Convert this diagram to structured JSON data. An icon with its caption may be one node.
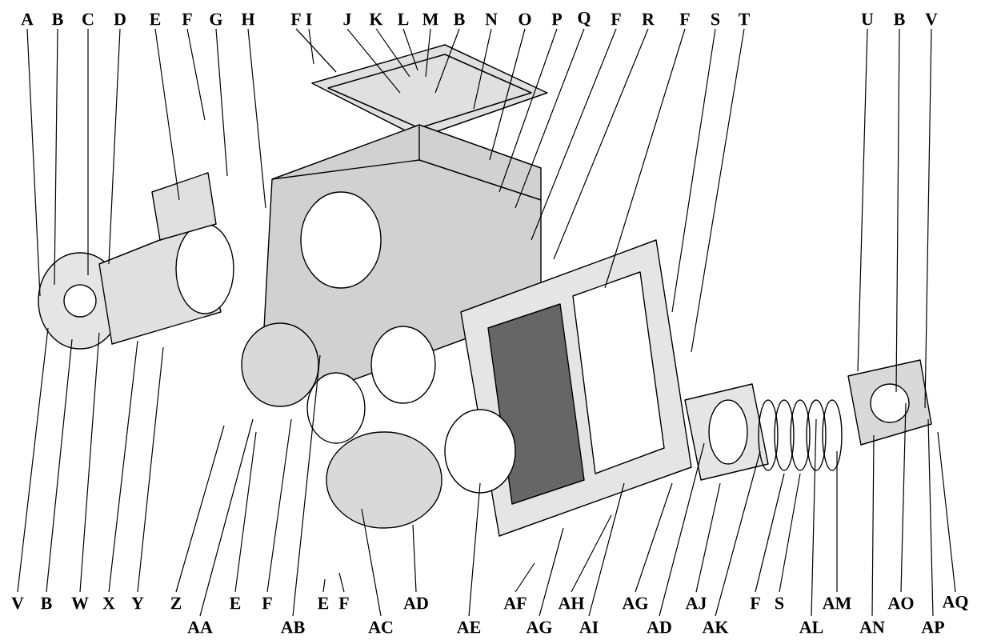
{
  "diagram": {
    "nodes": [
      {
        "text": [
          "A"
        ]
      },
      {
        "text": [
          "B"
        ]
      },
      {
        "text": [
          "C"
        ]
      },
      {
        "text": [
          "D"
        ]
      },
      {
        "text": [
          "E"
        ]
      },
      {
        "text": [
          "F"
        ]
      },
      {
        "text": [
          "G"
        ]
      },
      {
        "text": [
          "H"
        ]
      },
      {
        "text": [
          "F"
        ]
      },
      {
        "text": [
          "I"
        ]
      },
      {
        "text": [
          "J"
        ]
      },
      {
        "text": [
          "K"
        ]
      },
      {
        "text": [
          "L"
        ]
      },
      {
        "text": [
          "M"
        ]
      },
      {
        "text": [
          "B"
        ]
      },
      {
        "text": [
          "N"
        ]
      },
      {
        "text": [
          "O"
        ]
      },
      {
        "text": [
          "P"
        ]
      },
      {
        "text": [
          "Q"
        ]
      },
      {
        "text": [
          "F"
        ]
      },
      {
        "text": [
          "R"
        ]
      },
      {
        "text": [
          "F"
        ]
      },
      {
        "text": [
          "S"
        ]
      },
      {
        "text": [
          "T"
        ]
      },
      {
        "text": [
          "U"
        ]
      },
      {
        "text": [
          "B"
        ]
      },
      {
        "text": [
          "V"
        ]
      },
      {
        "text": [
          "V"
        ]
      },
      {
        "text": [
          "B"
        ]
      },
      {
        "text": [
          "W"
        ]
      },
      {
        "text": [
          "X"
        ]
      },
      {
        "text": [
          "Y"
        ]
      },
      {
        "text": [
          "Z"
        ]
      },
      {
        "text": [
          "E"
        ]
      },
      {
        "text": [
          "F"
        ]
      },
      {
        "text": [
          "E"
        ]
      },
      {
        "text": [
          "F"
        ]
      },
      {
        "text": [
          "AD"
        ]
      },
      {
        "text": [
          "AF"
        ]
      },
      {
        "text": [
          "AH"
        ]
      },
      {
        "text": [
          "AG"
        ]
      },
      {
        "text": [
          "AJ"
        ]
      },
      {
        "text": [
          "F"
        ]
      },
      {
        "text": [
          "S"
        ]
      },
      {
        "text": [
          "AM"
        ]
      },
      {
        "text": [
          "AO"
        ]
      },
      {
        "text": [
          "AQ"
        ]
      },
      {
        "text": [
          "AA"
        ]
      },
      {
        "text": [
          "AB"
        ]
      },
      {
        "text": [
          "AC"
        ]
      },
      {
        "text": [
          "AE"
        ]
      },
      {
        "text": [
          "AG"
        ]
      },
      {
        "text": [
          "AI"
        ]
      },
      {
        "text": [
          "AD"
        ]
      },
      {
        "text": [
          "AK"
        ]
      },
      {
        "text": [
          "AL"
        ]
      },
      {
        "text": [
          "AN"
        ]
      },
      {
        "text": [
          "AP"
        ]
      }
    ],
    "edges": [
      {
        "from": 0,
        "to": null,
        "arrow": "none"
      },
      {
        "from": 1,
        "to": null,
        "arrow": "none"
      },
      {
        "from": 2,
        "to": null,
        "arrow": "none"
      },
      {
        "from": 3,
        "to": null,
        "arrow": "none"
      },
      {
        "from": 4,
        "to": null,
        "arrow": "none"
      },
      {
        "from": 5,
        "to": null,
        "arrow": "none"
      },
      {
        "from": 6,
        "to": null,
        "arrow": "none"
      },
      {
        "from": 7,
        "to": null,
        "arrow": "none"
      },
      {
        "from": 8,
        "to": null,
        "arrow": "none"
      },
      {
        "from": 9,
        "to": null,
        "arrow": "none"
      },
      {
        "from": 10,
        "to": null,
        "arrow": "none"
      },
      {
        "from": 11,
        "to": null,
        "arrow": "none"
      },
      {
        "from": 12,
        "to": null,
        "arrow": "none"
      },
      {
        "from": 13,
        "to": null,
        "arrow": "none"
      },
      {
        "from": 14,
        "to": null,
        "arrow": "none"
      },
      {
        "from": 15,
        "to": null,
        "arrow": "none"
      },
      {
        "from": 16,
        "to": null,
        "arrow": "none"
      },
      {
        "from": 17,
        "to": null,
        "arrow": "none"
      },
      {
        "from": 18,
        "to": null,
        "arrow": "none"
      },
      {
        "from": 19,
        "to": null,
        "arrow": "none"
      },
      {
        "from": 20,
        "to": null,
        "arrow": "none"
      },
      {
        "from": 21,
        "to": null,
        "arrow": "none"
      },
      {
        "from": 22,
        "to": null,
        "arrow": "none"
      },
      {
        "from": 23,
        "to": null,
        "arrow": "none"
      },
      {
        "from": 24,
        "to": null,
        "arrow": "none"
      },
      {
        "from": 25,
        "to": null,
        "arrow": "none"
      },
      {
        "from": 26,
        "to": null,
        "arrow": "none"
      },
      {
        "from": 27,
        "to": null,
        "arrow": "none"
      },
      {
        "from": 28,
        "to": null,
        "arrow": "none"
      },
      {
        "from": 29,
        "to": null,
        "arrow": "none"
      },
      {
        "from": 30,
        "to": null,
        "arrow": "none"
      },
      {
        "from": 31,
        "to": null,
        "arrow": "none"
      },
      {
        "from": 32,
        "to": null,
        "arrow": "none"
      },
      {
        "from": 33,
        "to": null,
        "arrow": "none"
      },
      {
        "from": 34,
        "to": null,
        "arrow": "none"
      },
      {
        "from": 35,
        "to": null,
        "arrow": "none"
      },
      {
        "from": 36,
        "to": null,
        "arrow": "none"
      },
      {
        "from": 37,
        "to": null,
        "arrow": "none"
      },
      {
        "from": 38,
        "to": null,
        "arrow": "none"
      },
      {
        "from": 39,
        "to": null,
        "arrow": "none"
      },
      {
        "from": 40,
        "to": null,
        "arrow": "none"
      },
      {
        "from": 41,
        "to": null,
        "arrow": "none"
      },
      {
        "from": 42,
        "to": null,
        "arrow": "none"
      },
      {
        "from": 43,
        "to": null,
        "arrow": "none"
      },
      {
        "from": 44,
        "to": null,
        "arrow": "none"
      },
      {
        "from": 45,
        "to": null,
        "arrow": "none"
      },
      {
        "from": 46,
        "to": null,
        "arrow": "none"
      },
      {
        "from": 47,
        "to": null,
        "arrow": "none"
      },
      {
        "from": 48,
        "to": null,
        "arrow": "none"
      },
      {
        "from": 49,
        "to": null,
        "arrow": "none"
      },
      {
        "from": 50,
        "to": null,
        "arrow": "none"
      },
      {
        "from": 51,
        "to": null,
        "arrow": "none"
      },
      {
        "from": 52,
        "to": null,
        "arrow": "none"
      },
      {
        "from": 53,
        "to": null,
        "arrow": "none"
      },
      {
        "from": 54,
        "to": null,
        "arrow": "none"
      },
      {
        "from": 55,
        "to": null,
        "arrow": "none"
      },
      {
        "from": 56,
        "to": null,
        "arrow": "none"
      },
      {
        "from": 57,
        "to": null,
        "arrow": "none"
      }
    ]
  }
}
